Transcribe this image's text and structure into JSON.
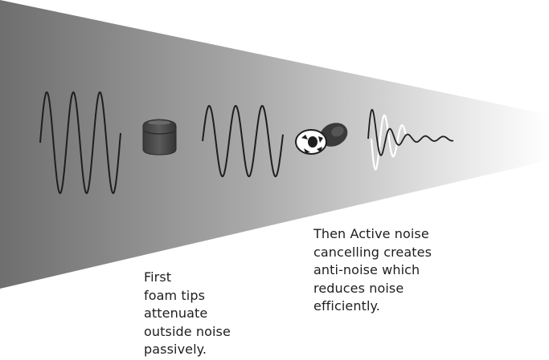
{
  "captions": {
    "first": [
      "First",
      "foam tips",
      "attenuate",
      "outside noise",
      "passively."
    ],
    "then": [
      "Then Active noise",
      "cancelling creates",
      "anti-noise which",
      "reduces noise",
      "efficiently."
    ]
  },
  "colors": {
    "beam_dark": "#6f6f6f",
    "beam_light": "#ffffff",
    "wave": "#1e1e1e",
    "anti_wave": "#ffffff",
    "foam_tip": "#4a4a4a",
    "text": "#1e1e1e"
  },
  "icons": [
    "sine-wave-icon",
    "foam-tip-icon",
    "earbud-icon"
  ]
}
